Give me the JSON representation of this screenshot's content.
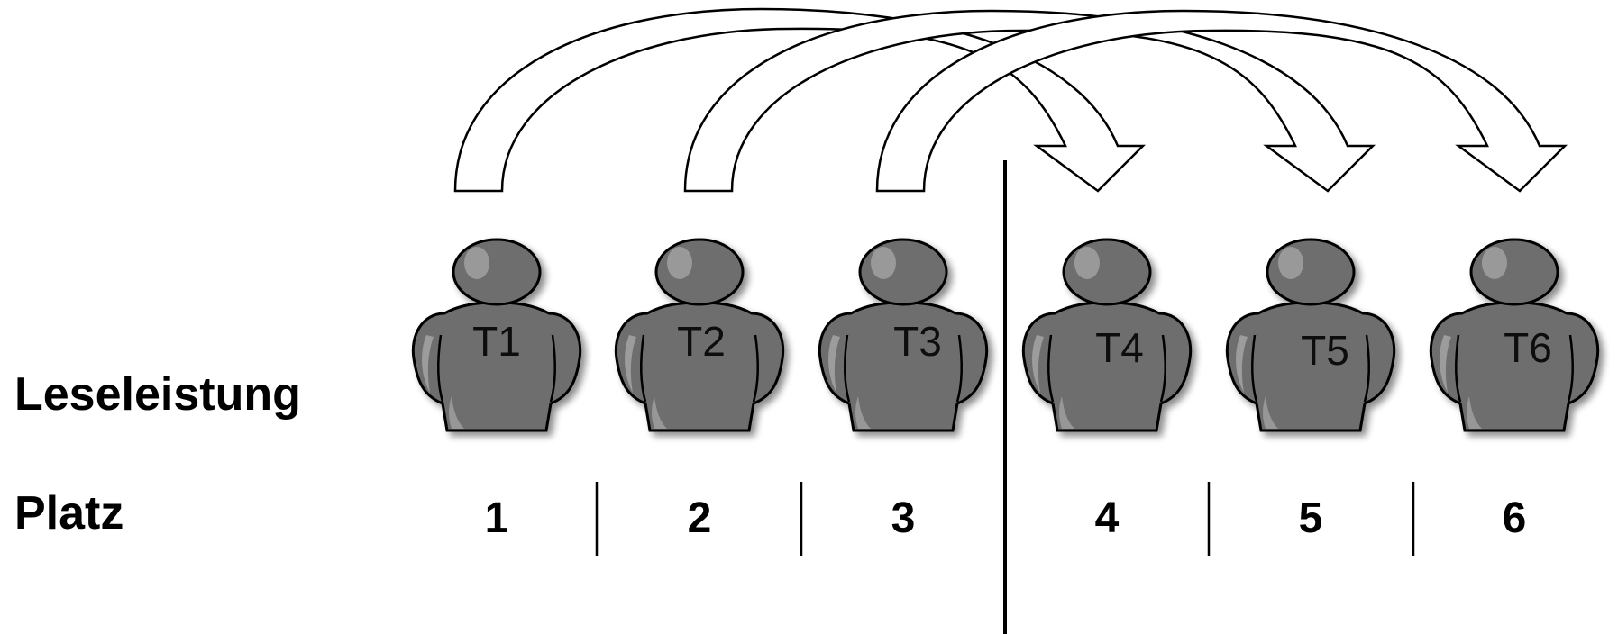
{
  "row_labels": {
    "performance": "Leseleistung",
    "rank": "Platz"
  },
  "persons": [
    "T1",
    "T2",
    "T3",
    "T4",
    "T5",
    "T6"
  ],
  "ranks": [
    "1",
    "2",
    "3",
    "4",
    "5",
    "6"
  ],
  "colors": {
    "person_fill": "#6e6e6e",
    "person_highlight": "#a8a8a8",
    "outline": "#000000",
    "arrow_fill": "#ffffff"
  }
}
